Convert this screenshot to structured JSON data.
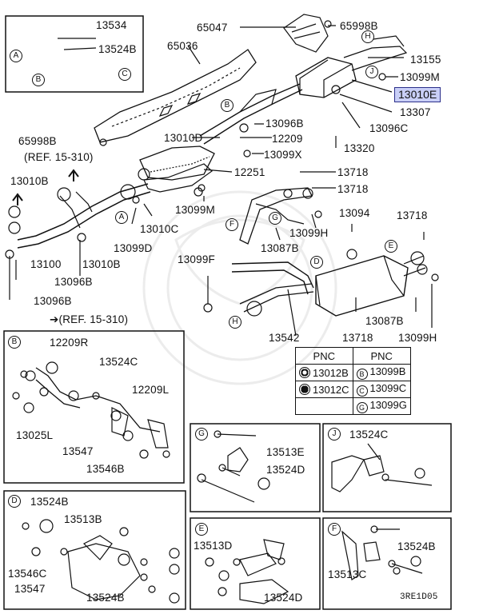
{
  "labels": {
    "p13534": "13534",
    "p13524B_a": "13524B",
    "p65047": "65047",
    "p65998B_a": "65998B",
    "p65036": "65036",
    "p13155": "13155",
    "p13099M_a": "13099M",
    "p13010E": "13010E",
    "p13307": "13307",
    "p13096C": "13096C",
    "p13096B_a": "13096B",
    "p65998B_b": "65998B",
    "p13010D": "13010D",
    "p12209_a": "12209",
    "p13320": "13320",
    "p13099X": "13099X",
    "ref1": "(REF. 15-310)",
    "p12251": "12251",
    "p13718_a": "13718",
    "p13718_b": "13718",
    "p13010B_a": "13010B",
    "p13099M_b": "13099M",
    "p13094": "13094",
    "p13718_c": "13718",
    "p13010C": "13010C",
    "p13099H_a": "13099H",
    "p13099D": "13099D",
    "p13087B_a": "13087B",
    "p13100": "13100",
    "p13010B_b": "13010B",
    "p13096B_b": "13096B",
    "p13099F": "13099F",
    "p13096B_c": "13096B",
    "ref2": "➔(REF. 15-310)",
    "p13542": "13542",
    "p13718_d": "13718",
    "p13087B_b": "13087B",
    "p13099H_b": "13099H"
  },
  "detail_b": {
    "letter": "B",
    "p12209R": "12209R",
    "p13524C": "13524C",
    "p12209L": "12209L",
    "p13025L": "13025L",
    "p13547": "13547",
    "p13546B": "13546B"
  },
  "detail_g": {
    "letter": "G",
    "p13513E": "13513E",
    "p13524D": "13524D"
  },
  "detail_j": {
    "letter": "J",
    "p13524C": "13524C"
  },
  "detail_d": {
    "letter": "D",
    "p13524B": "13524B",
    "p13513B": "13513B",
    "p13546C": "13546C",
    "p13547": "13547",
    "p13524B_2": "13524B"
  },
  "detail_e": {
    "letter": "E",
    "p13513D": "13513D",
    "p13524D": "13524D"
  },
  "detail_f": {
    "letter": "F",
    "p13524B": "13524B",
    "p13513C": "13513C"
  },
  "pnc_table": {
    "header": [
      "PNC",
      "PNC"
    ],
    "rows": [
      {
        "sym1": "ring",
        "code1": "13012B",
        "sym2": "B",
        "code2": "13099B"
      },
      {
        "sym1": "dot",
        "code1": "13012C",
        "sym2": "C",
        "code2": "13099C"
      },
      {
        "sym1": "",
        "code1": "",
        "sym2": "G",
        "code2": "13099G"
      }
    ]
  },
  "markers": {
    "A": "A",
    "B": "B",
    "C": "C",
    "D": "D",
    "E": "E",
    "F": "F",
    "G": "G",
    "H": "H",
    "J": "J"
  },
  "footer_code": "3RE1D05"
}
